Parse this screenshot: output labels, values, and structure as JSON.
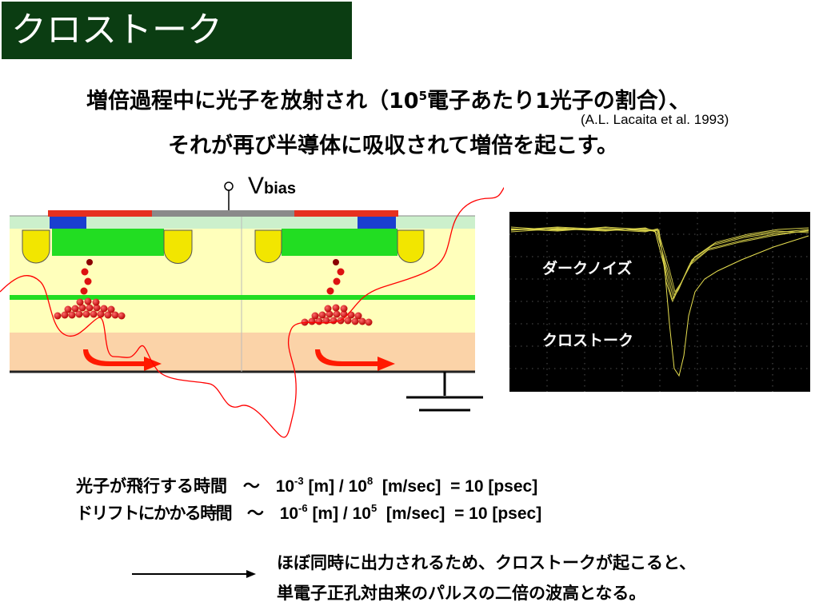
{
  "title": "クロストーク",
  "heading": {
    "line1_pre": "増倍過程中に光子を放射され（10",
    "line1_sup": "5",
    "line1_post": "電子あたり1光子の割合）、",
    "line2": "それが再び半導体に吸収されて増倍を起こす。",
    "citation": "(A.L. Lacaita et al. 1993)"
  },
  "diagram": {
    "vbias_main": "V",
    "vbias_sub": "bias"
  },
  "scope": {
    "dark_noise_label": "ダークノイズ",
    "crosstalk_label": "クロストーク"
  },
  "equations": {
    "photon": {
      "label": "光子が飛行する時間",
      "tilde": "～",
      "a": "10",
      "a_exp": "-3",
      "b": " [m] / 10",
      "b_exp": "8",
      "c": "  [m/sec]  = 10 [psec]"
    },
    "drift": {
      "label": "ドリフトにかかる時間",
      "tilde": "～",
      "a": "10",
      "a_exp": "-6",
      "b": " [m] / 10",
      "b_exp": "5",
      "c": "  [m/sec]  = 10 [psec]"
    }
  },
  "conclusion": {
    "line1": "ほぼ同時に出力されるため、クロストークが起こると、",
    "line2": "単電子正孔対由来のパルスの二倍の波高となる。"
  },
  "colors": {
    "title_bg": "#0b3d12",
    "photon_path": "#ff0000",
    "electron": "#dd1111",
    "green_layer": "#22dd22",
    "scope_trace": "#e8e050"
  }
}
